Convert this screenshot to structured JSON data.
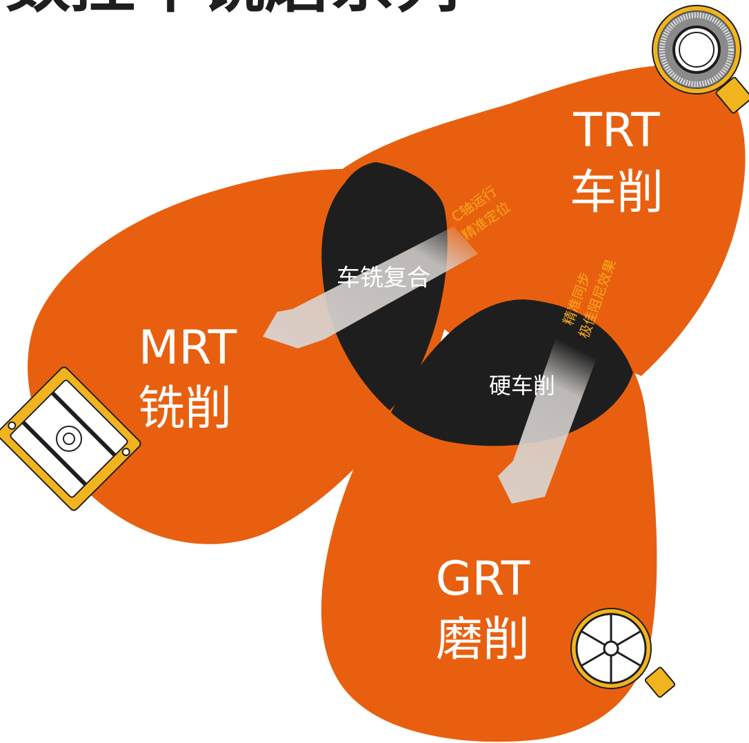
{
  "title": "数控车铣磨系列",
  "regions": {
    "trt": {
      "line1": "TRT",
      "line2": "车削"
    },
    "mrt": {
      "line1": "MRT",
      "line2": "铣削"
    },
    "grt": {
      "line1": "GRT",
      "line2": "磨削"
    }
  },
  "overlaps": {
    "turn_mill": "车铣复合",
    "hard_turning": "硬车削"
  },
  "notes": {
    "c_axis": {
      "line1": "C轴运行",
      "line2": "精准定位"
    },
    "sync": {
      "line1": "精准同步",
      "line2": "极佳阻尼效果"
    }
  },
  "colors": {
    "orange": "#E8600F",
    "dark": "#1E1E1E",
    "white": "#FFFFFF",
    "note": "#F7A81B",
    "gold": "#F2B41E",
    "arrow": "#D9D4D1"
  },
  "icons": {
    "trt": "ring-encoder-icon",
    "mrt": "square-encoder-icon",
    "grt": "spoked-wheel-encoder-icon"
  }
}
